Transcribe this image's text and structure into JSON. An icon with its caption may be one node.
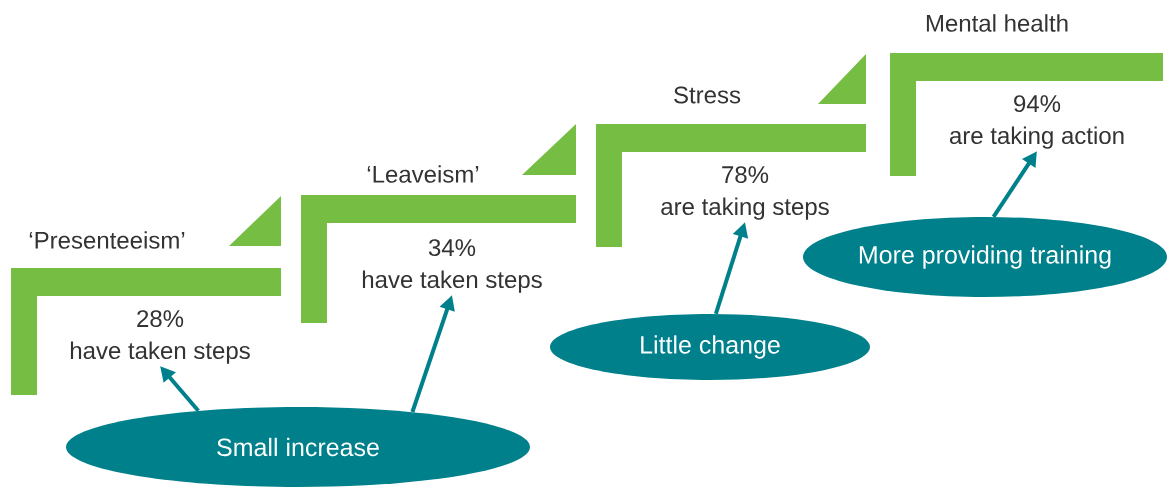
{
  "diagram": {
    "nodes": [
      {
        "text": [
          "‘Presenteeism’",
          "28%",
          "have taken steps"
        ]
      },
      {
        "text": [
          "‘Leaveism’",
          "34%",
          "have taken steps"
        ]
      },
      {
        "text": [
          "Stress",
          "78%",
          "are taking steps"
        ]
      },
      {
        "text": [
          "Mental health",
          "94%",
          "are taking action"
        ]
      },
      {
        "text": [
          "Small increase"
        ]
      },
      {
        "text": [
          "Little change"
        ]
      },
      {
        "text": [
          "More providing training"
        ]
      }
    ],
    "edges": [
      {
        "from": 4,
        "to": 0,
        "arrow": "to"
      },
      {
        "from": 4,
        "to": 1,
        "arrow": "to"
      },
      {
        "from": 5,
        "to": 2,
        "arrow": "to"
      },
      {
        "from": 6,
        "to": 3,
        "arrow": "to"
      }
    ]
  }
}
